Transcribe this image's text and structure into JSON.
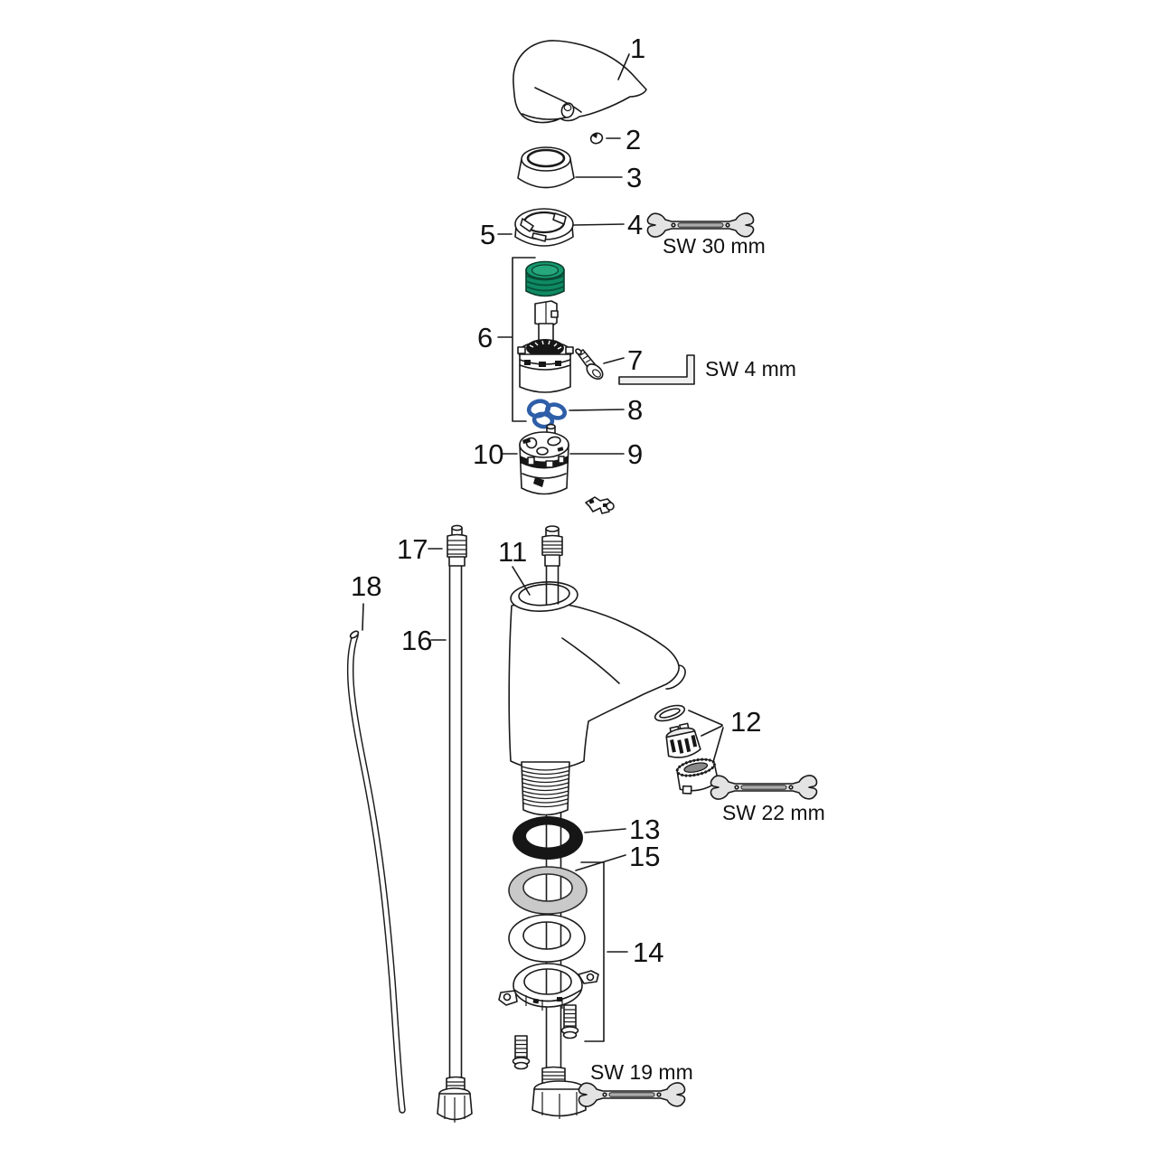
{
  "figure": {
    "type": "exploded-parts-diagram",
    "subject": "single-lever basin mixer faucet with supply hoses and mounting hardware"
  },
  "callouts": {
    "n1": "1",
    "n2": "2",
    "n3": "3",
    "n4": "4",
    "n5": "5",
    "n6": "6",
    "n7": "7",
    "n8": "8",
    "n9": "9",
    "n10": "10",
    "n11": "11",
    "n12": "12",
    "n13": "13",
    "n14": "14",
    "n15": "15",
    "n16": "16",
    "n17": "17",
    "n18": "18"
  },
  "tool_labels": {
    "sw30": "SW 30 mm",
    "sw4": "SW 4 mm",
    "sw22": "SW 22 mm",
    "sw19": "SW 19 mm"
  },
  "colors": {
    "line": "#1a1a1a",
    "cartridge_seal_green": "#0f8a63",
    "cartridge_seal_green_top": "#27a87c",
    "seal_ring_blue": "#2e5ea8",
    "washer_gray": "#c9c9c9",
    "oring_black": "#161616",
    "tool_gray": "#e3e3e3"
  }
}
